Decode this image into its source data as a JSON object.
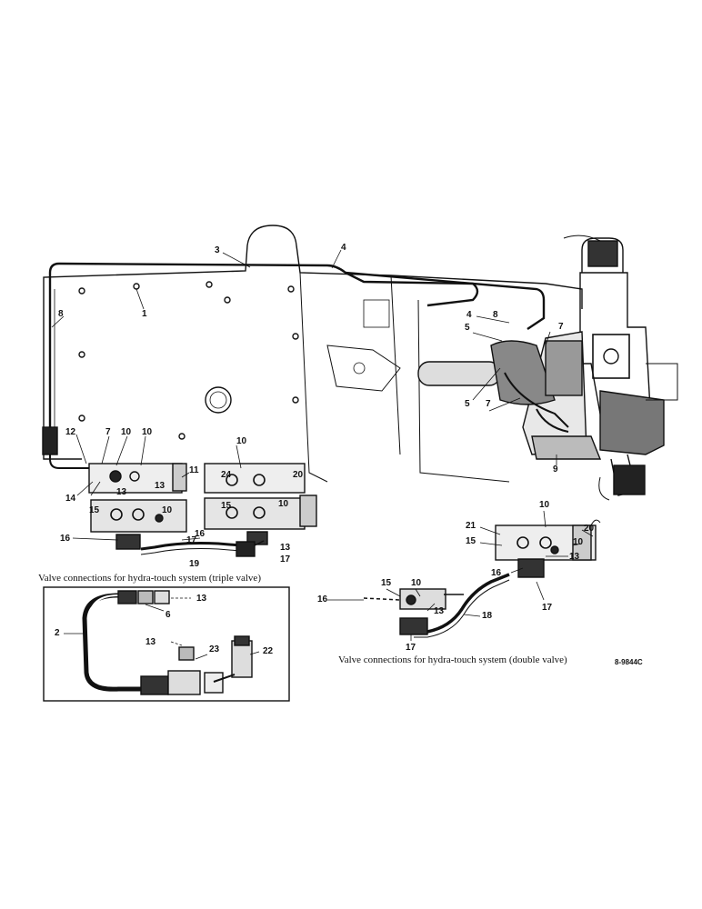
{
  "captions": {
    "triple": "Valve connections for hydra-touch system (triple valve)",
    "double": "Valve connections for hydra-touch system (double valve)"
  },
  "drawing_code": "8-9844C",
  "callouts": {
    "c1": "1",
    "c3": "3",
    "c4a": "4",
    "c4b": "4",
    "c5a": "5",
    "c5b": "5",
    "c7a": "7",
    "c7b": "7",
    "c8a": "8",
    "c8b": "8",
    "c9": "9",
    "c12": "12",
    "c7c": "7",
    "c10a": "10",
    "c10b": "10",
    "c10c": "10",
    "c11": "11",
    "c24": "24",
    "c20a": "20",
    "c14": "14",
    "c13a": "13",
    "c13b": "13",
    "c15a": "15",
    "c10d": "10",
    "c15b": "15",
    "c10e": "10",
    "c16a": "16",
    "c17a": "17",
    "c16b": "16",
    "c13c": "13",
    "c19": "19",
    "c17b": "17",
    "c10f": "10",
    "c21": "21",
    "c20b": "20",
    "c15c": "15",
    "c10g": "10",
    "c16c": "16",
    "c13d": "13",
    "c15d": "15",
    "c10h": "10",
    "c16d": "16",
    "c13e": "13",
    "c18": "18",
    "c17c": "17",
    "c17d": "17",
    "c13f": "13",
    "c6": "6",
    "c2": "2",
    "c13g": "13",
    "c23": "23",
    "c22": "22"
  }
}
